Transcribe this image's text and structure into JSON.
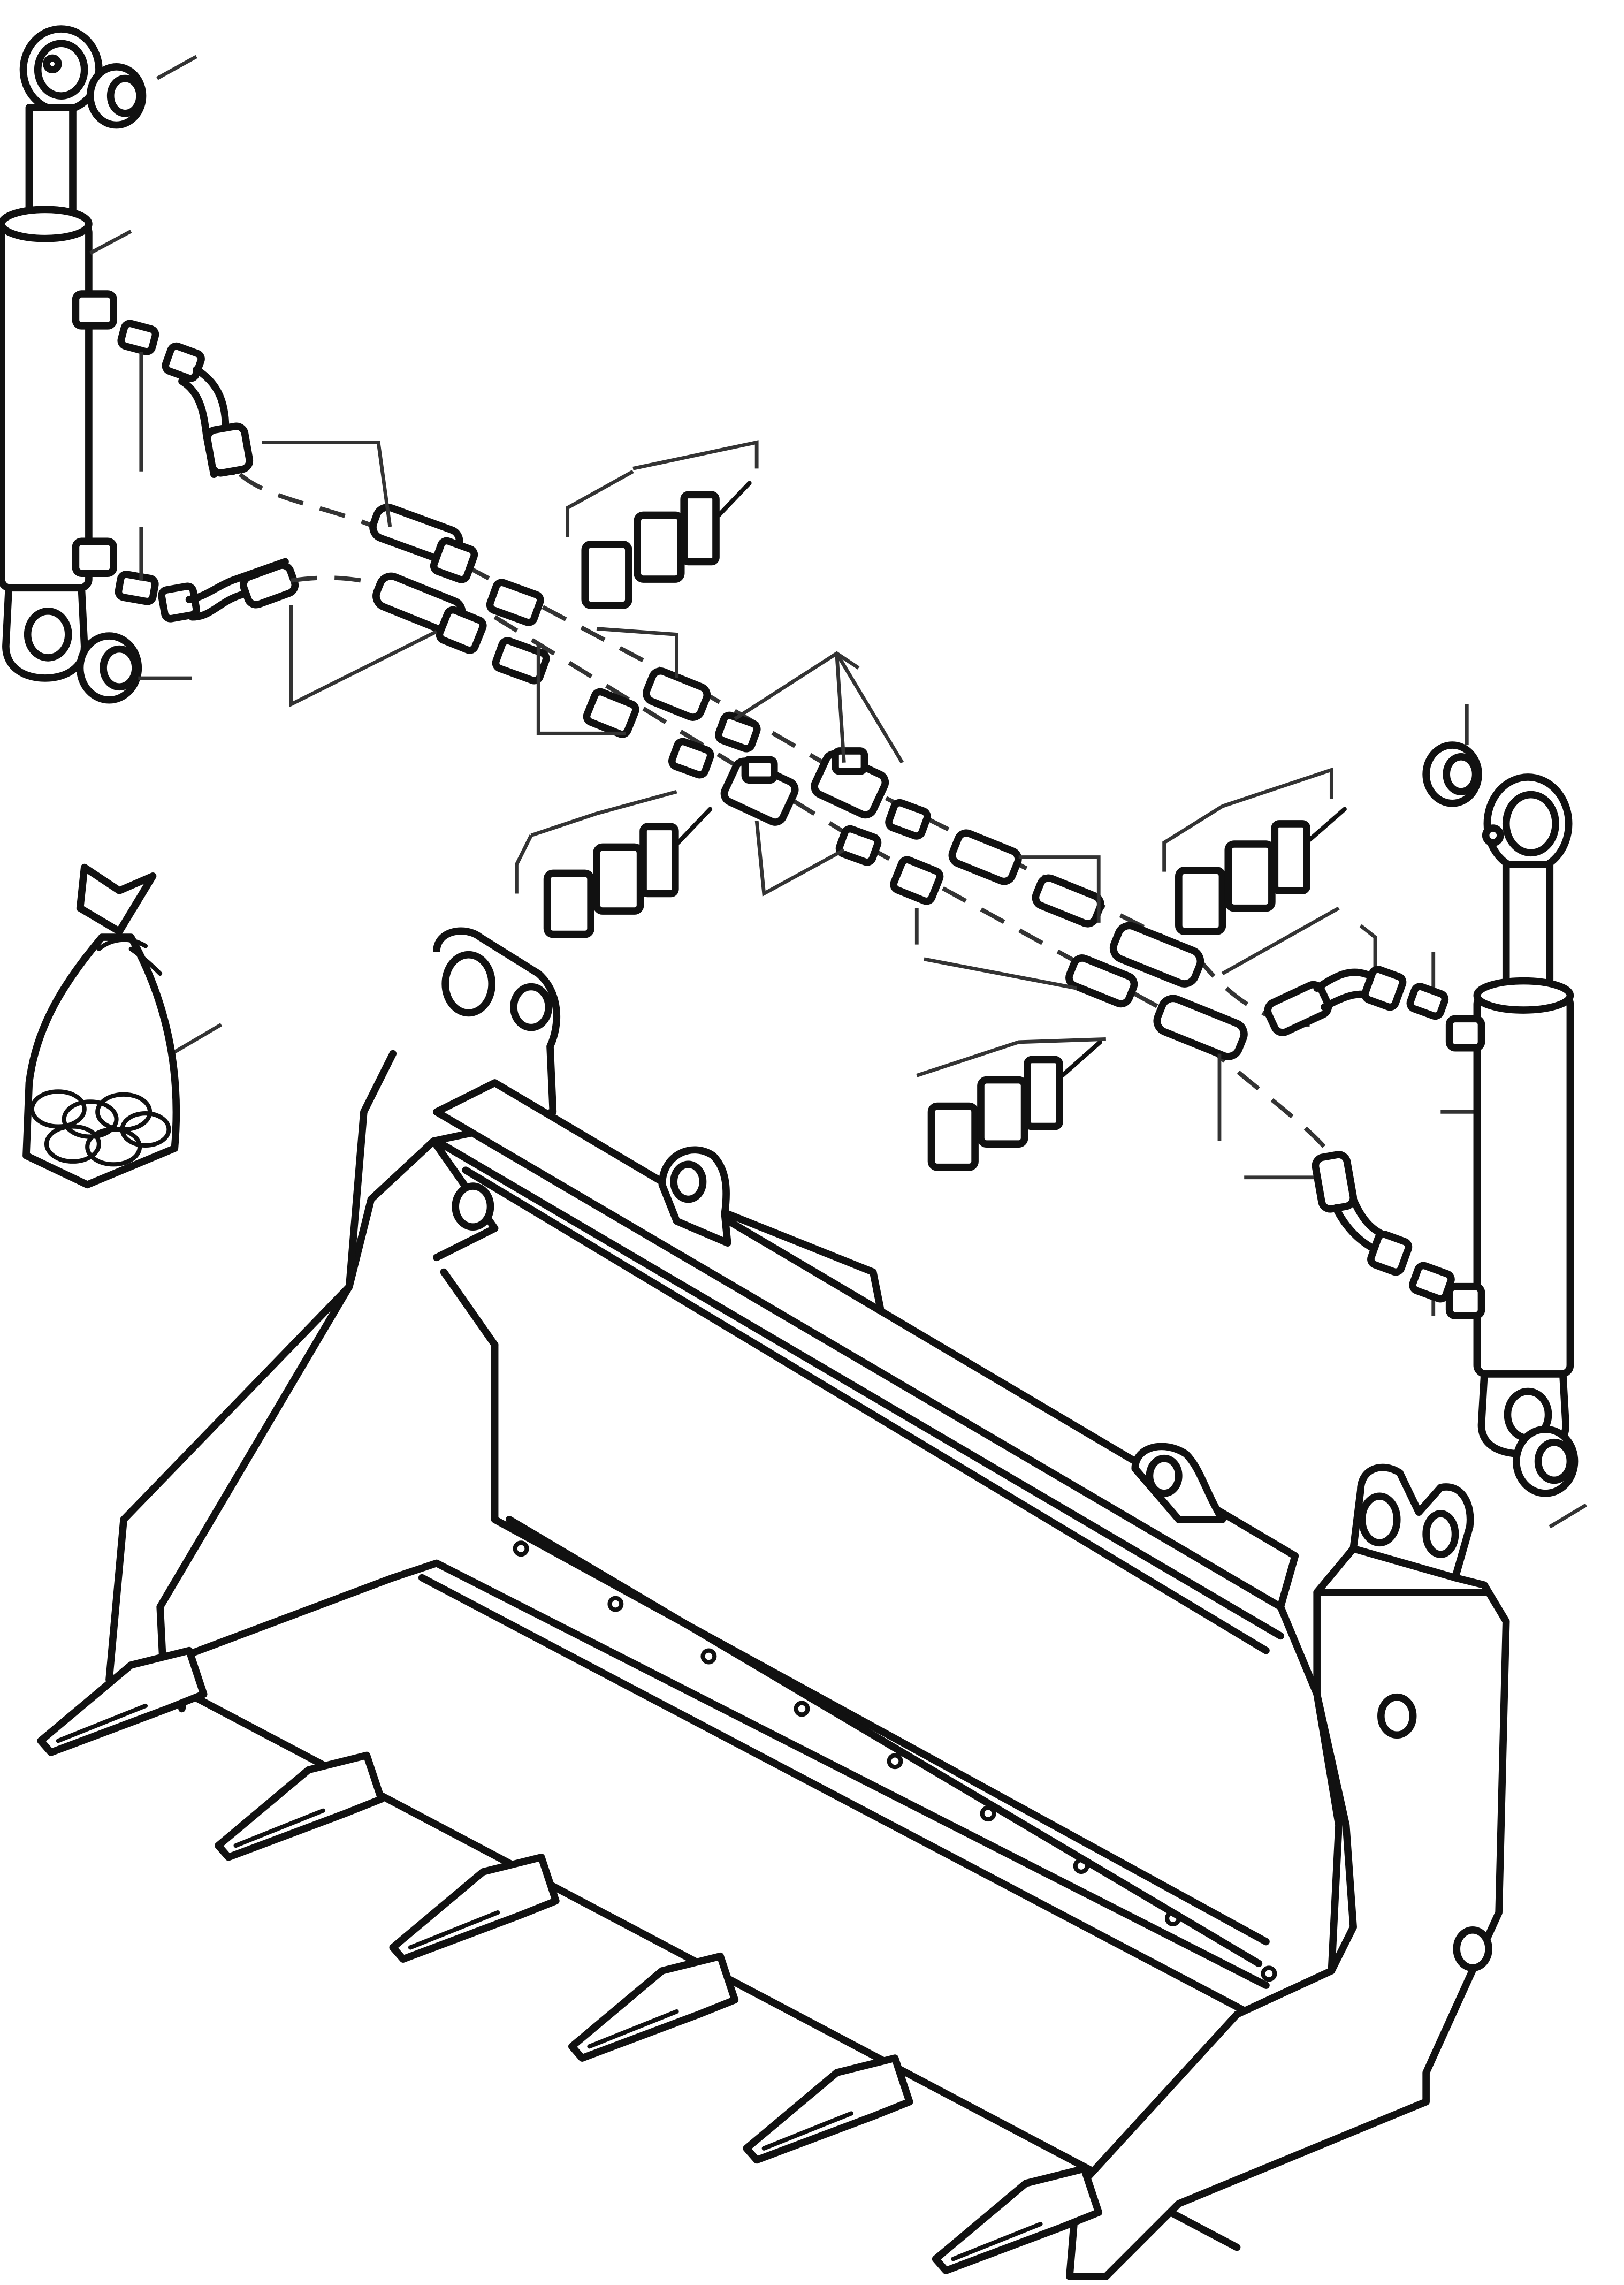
{
  "diagram": {
    "callout_labels": [],
    "components": [
      {
        "id": "left-cylinder",
        "icon": "hydraulic-cylinder-icon"
      },
      {
        "id": "right-cylinder",
        "icon": "hydraulic-cylinder-icon"
      },
      {
        "id": "pin-bushings",
        "icon": "bushing-icon"
      },
      {
        "id": "hose-assemblies",
        "icon": "hose-icon"
      },
      {
        "id": "tee-fittings",
        "icon": "tee-fitting-icon"
      },
      {
        "id": "hose-clamps",
        "icon": "clamp-block-icon"
      },
      {
        "id": "seal-kit-bag",
        "icon": "parts-bag-icon"
      },
      {
        "id": "bucket",
        "icon": "loader-bucket-icon"
      },
      {
        "id": "bucket-teeth",
        "icon": "bucket-tooth-icon"
      }
    ]
  }
}
